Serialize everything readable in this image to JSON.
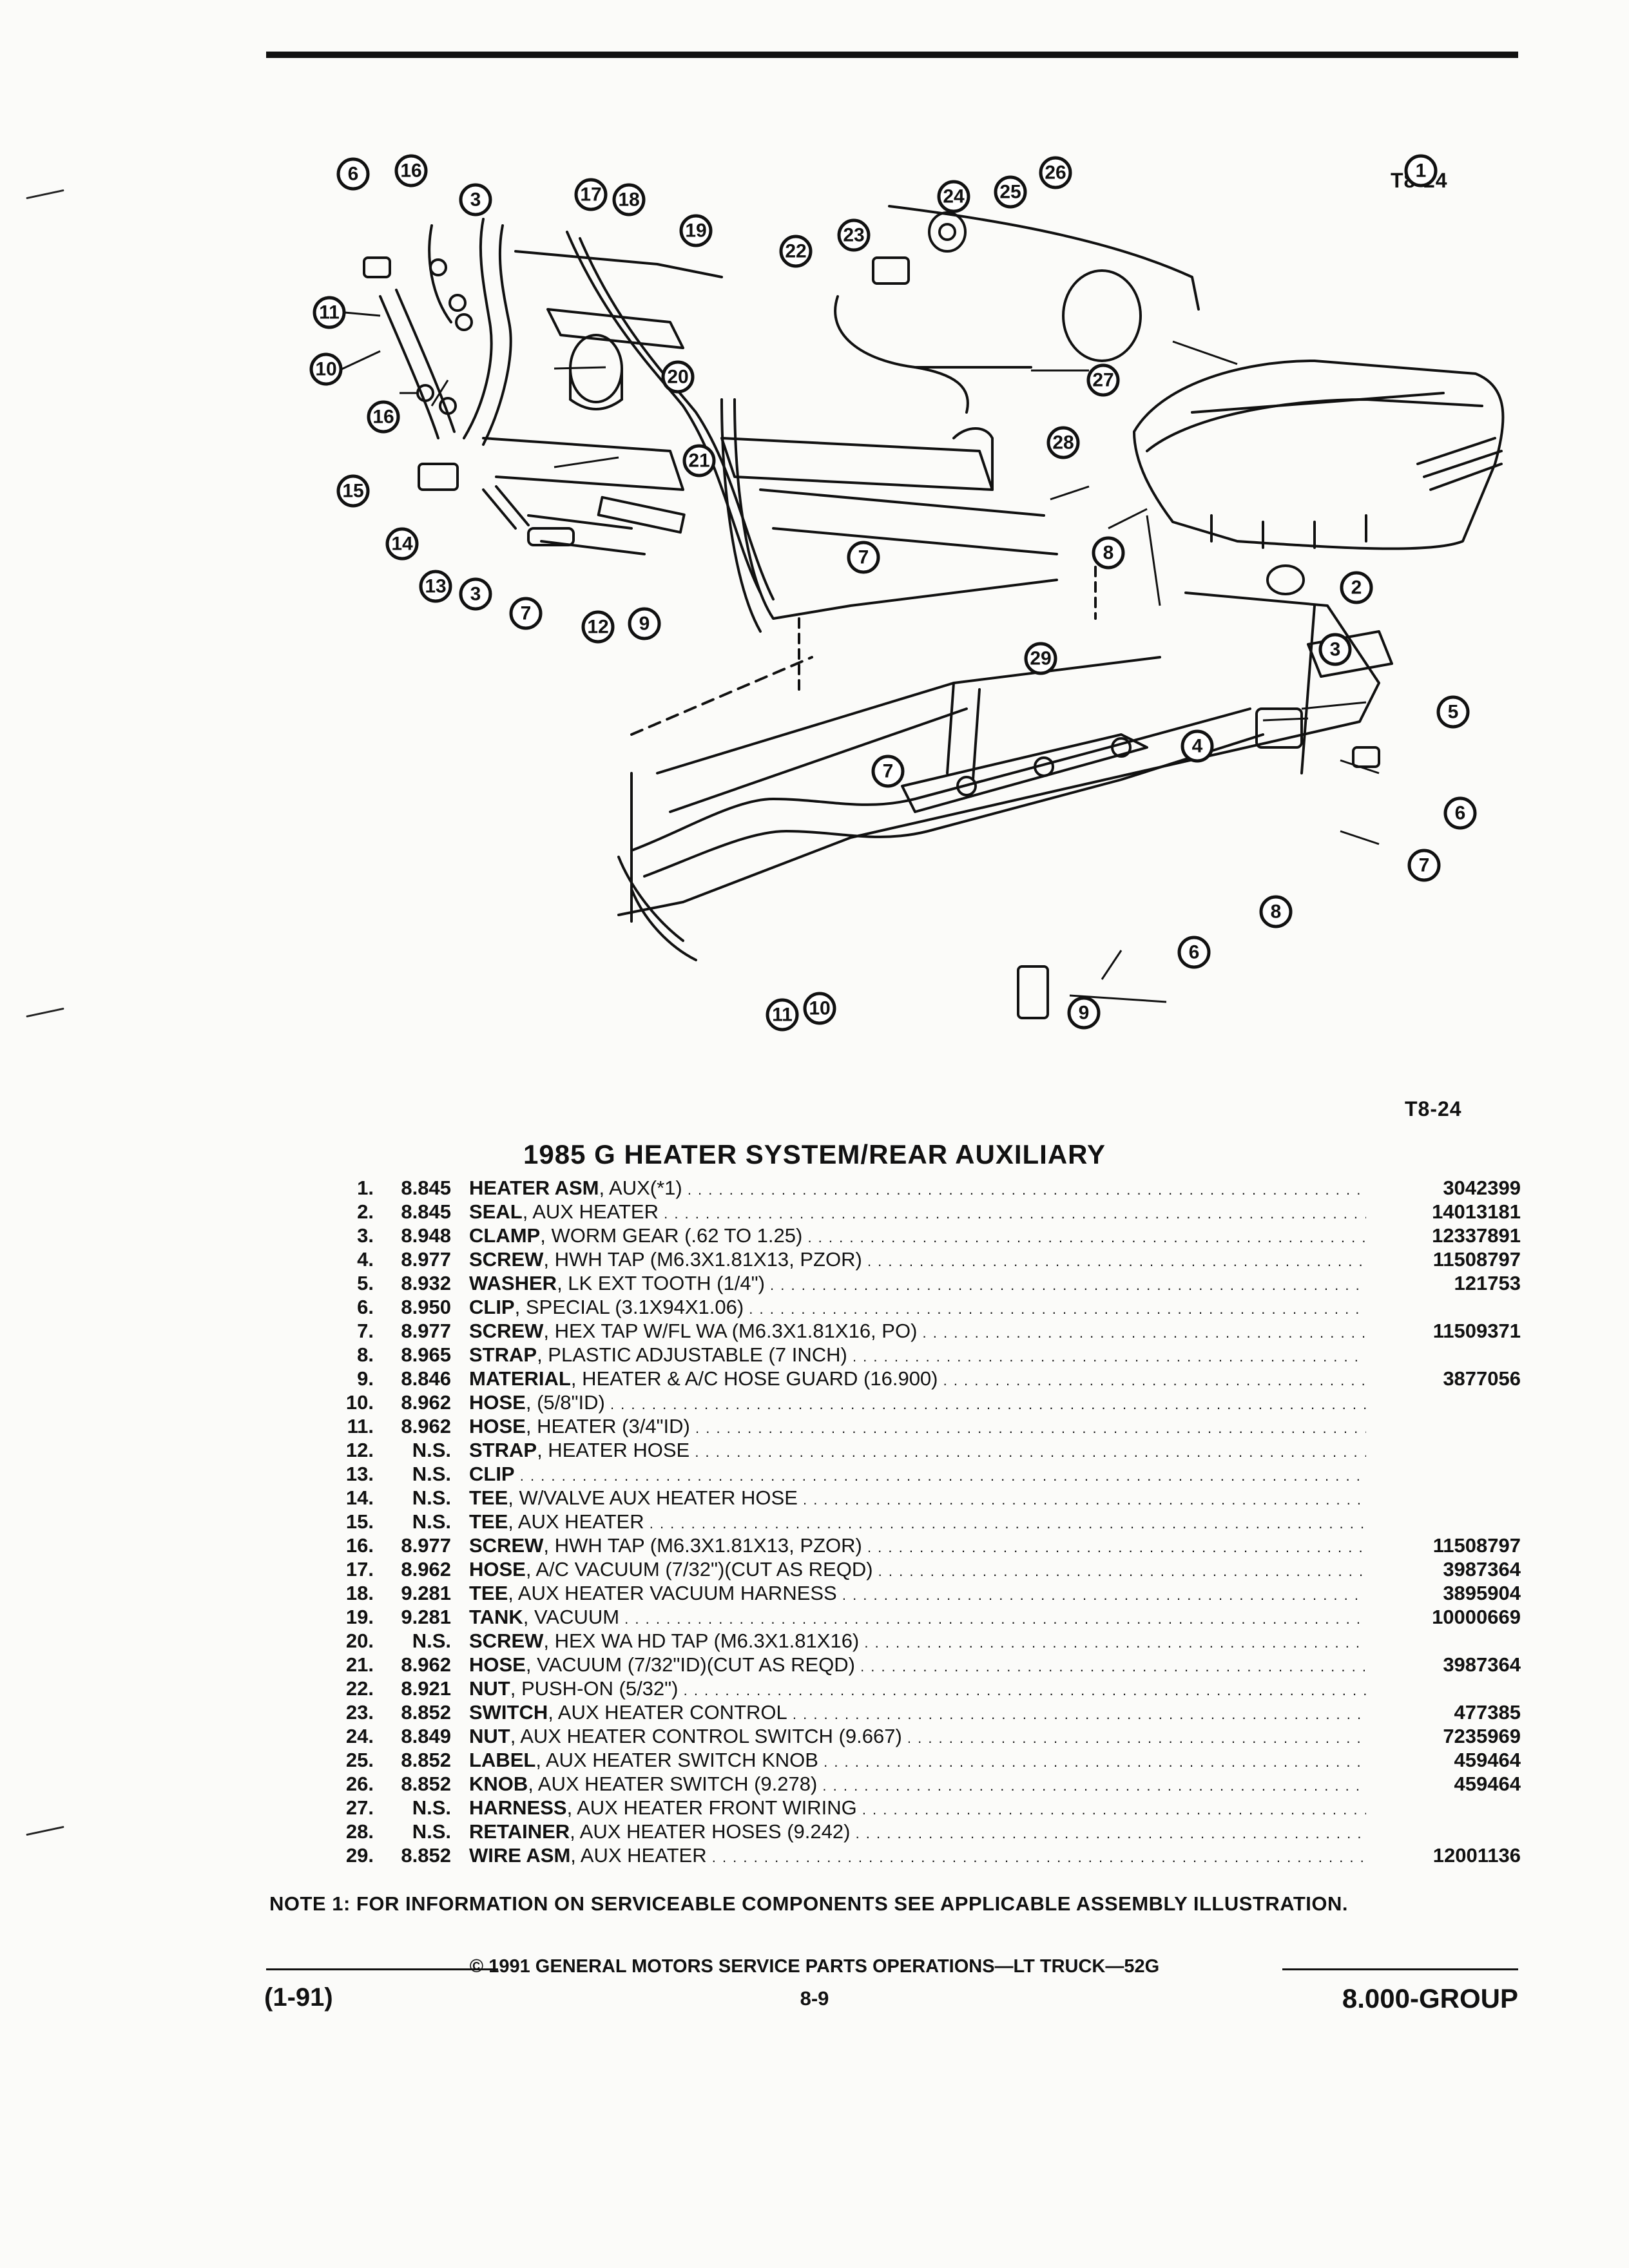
{
  "figure_label_top": "T8-24",
  "figure_label_bottom": "T8-24",
  "title": "1985 G HEATER SYSTEM/REAR AUXILIARY",
  "parts": [
    {
      "num": "1.",
      "group": "8.845",
      "name": "HEATER ASM",
      "desc": ", AUX(*1)",
      "part_no": "3042399"
    },
    {
      "num": "2.",
      "group": "8.845",
      "name": "SEAL",
      "desc": ", AUX HEATER",
      "part_no": "14013181"
    },
    {
      "num": "3.",
      "group": "8.948",
      "name": "CLAMP",
      "desc": ", WORM GEAR (.62 TO 1.25)",
      "part_no": "12337891"
    },
    {
      "num": "4.",
      "group": "8.977",
      "name": "SCREW",
      "desc": ", HWH TAP (M6.3X1.81X13, PZOR)",
      "part_no": "11508797"
    },
    {
      "num": "5.",
      "group": "8.932",
      "name": "WASHER",
      "desc": ", LK EXT TOOTH (1/4\")",
      "part_no": "121753"
    },
    {
      "num": "6.",
      "group": "8.950",
      "name": "CLIP",
      "desc": ", SPECIAL (3.1X94X1.06)",
      "part_no": ""
    },
    {
      "num": "7.",
      "group": "8.977",
      "name": "SCREW",
      "desc": ", HEX TAP W/FL WA (M6.3X1.81X16, PO)",
      "part_no": "11509371"
    },
    {
      "num": "8.",
      "group": "8.965",
      "name": "STRAP",
      "desc": ", PLASTIC ADJUSTABLE (7 INCH)",
      "part_no": ""
    },
    {
      "num": "9.",
      "group": "8.846",
      "name": "MATERIAL",
      "desc": ", HEATER & A/C HOSE GUARD (16.900)",
      "part_no": "3877056"
    },
    {
      "num": "10.",
      "group": "8.962",
      "name": "HOSE",
      "desc": ", (5/8\"ID)",
      "part_no": ""
    },
    {
      "num": "11.",
      "group": "8.962",
      "name": "HOSE",
      "desc": ", HEATER (3/4\"ID)",
      "part_no": ""
    },
    {
      "num": "12.",
      "group": "N.S.",
      "name": "STRAP",
      "desc": ", HEATER HOSE",
      "part_no": ""
    },
    {
      "num": "13.",
      "group": "N.S.",
      "name": "CLIP",
      "desc": "",
      "part_no": ""
    },
    {
      "num": "14.",
      "group": "N.S.",
      "name": "TEE",
      "desc": ", W/VALVE AUX HEATER HOSE",
      "part_no": ""
    },
    {
      "num": "15.",
      "group": "N.S.",
      "name": "TEE",
      "desc": ", AUX HEATER",
      "part_no": ""
    },
    {
      "num": "16.",
      "group": "8.977",
      "name": "SCREW",
      "desc": ", HWH TAP (M6.3X1.81X13, PZOR)",
      "part_no": "11508797"
    },
    {
      "num": "17.",
      "group": "8.962",
      "name": "HOSE",
      "desc": ", A/C VACUUM (7/32\")(CUT AS REQD)",
      "part_no": "3987364"
    },
    {
      "num": "18.",
      "group": "9.281",
      "name": "TEE",
      "desc": ", AUX HEATER VACUUM HARNESS",
      "part_no": "3895904"
    },
    {
      "num": "19.",
      "group": "9.281",
      "name": "TANK",
      "desc": ", VACUUM",
      "part_no": "10000669"
    },
    {
      "num": "20.",
      "group": "N.S.",
      "name": "SCREW",
      "desc": ", HEX WA HD TAP (M6.3X1.81X16)",
      "part_no": ""
    },
    {
      "num": "21.",
      "group": "8.962",
      "name": "HOSE",
      "desc": ", VACUUM (7/32\"ID)(CUT AS REQD)",
      "part_no": "3987364"
    },
    {
      "num": "22.",
      "group": "8.921",
      "name": "NUT",
      "desc": ", PUSH-ON (5/32\")",
      "part_no": ""
    },
    {
      "num": "23.",
      "group": "8.852",
      "name": "SWITCH",
      "desc": ", AUX HEATER CONTROL",
      "part_no": "477385"
    },
    {
      "num": "24.",
      "group": "8.849",
      "name": "NUT",
      "desc": ", AUX HEATER CONTROL SWITCH (9.667)",
      "part_no": "7235969"
    },
    {
      "num": "25.",
      "group": "8.852",
      "name": "LABEL",
      "desc": ", AUX HEATER SWITCH KNOB",
      "part_no": "459464"
    },
    {
      "num": "26.",
      "group": "8.852",
      "name": "KNOB",
      "desc": ", AUX HEATER SWITCH (9.278)",
      "part_no": "459464"
    },
    {
      "num": "27.",
      "group": "N.S.",
      "name": "HARNESS",
      "desc": ", AUX HEATER FRONT WIRING",
      "part_no": ""
    },
    {
      "num": "28.",
      "group": "N.S.",
      "name": "RETAINER",
      "desc": ", AUX HEATER HOSES (9.242)",
      "part_no": ""
    },
    {
      "num": "29.",
      "group": "8.852",
      "name": "WIRE ASM",
      "desc": ", AUX HEATER",
      "part_no": "12001136"
    }
  ],
  "note": "NOTE  1:  FOR INFORMATION ON SERVICEABLE COMPONENTS SEE APPLICABLE ASSEMBLY ILLUSTRATION.",
  "footer": {
    "copyright": "© 1991 GENERAL MOTORS SERVICE PARTS OPERATIONS—LT TRUCK—52G",
    "left": "(1-91)",
    "page": "8-9",
    "right": "8.000-GROUP"
  },
  "callouts": [
    "6",
    "16",
    "3",
    "17",
    "18",
    "19",
    "11",
    "10",
    "16",
    "15",
    "14",
    "13",
    "3",
    "7",
    "12",
    "9",
    "20",
    "21",
    "22",
    "23",
    "24",
    "25",
    "26",
    "27",
    "28",
    "7",
    "8",
    "29",
    "1",
    "2",
    "3",
    "5",
    "4",
    "7",
    "6",
    "7",
    "8",
    "6",
    "11",
    "10",
    "9"
  ]
}
